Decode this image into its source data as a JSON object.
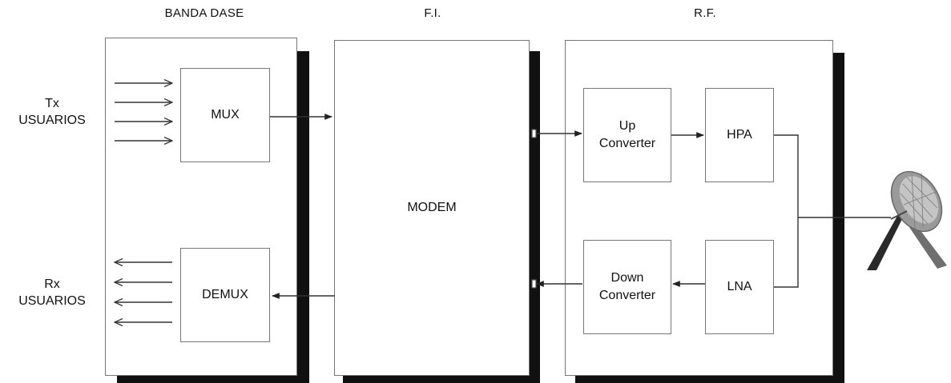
{
  "headers": {
    "baseband": "BANDA DASE",
    "if": "F.I.",
    "rf": "R.F."
  },
  "side_labels": {
    "tx_line1": "Tx",
    "tx_line2": "USUARIOS",
    "rx_line1": "Rx",
    "rx_line2": "USUARIOS"
  },
  "blocks": {
    "mux": "MUX",
    "demux": "DEMUX",
    "modem": "MODEM",
    "up_converter_line1": "Up",
    "up_converter_line2": "Converter",
    "down_converter_line1": "Down",
    "down_converter_line2": "Converter",
    "hpa": "HPA",
    "lna": "LNA"
  },
  "icons": {
    "antenna": "satellite-dish-icon"
  },
  "colors": {
    "line": "#333333",
    "border": "#777777",
    "shadow": "#111111",
    "dish": "#888888"
  }
}
